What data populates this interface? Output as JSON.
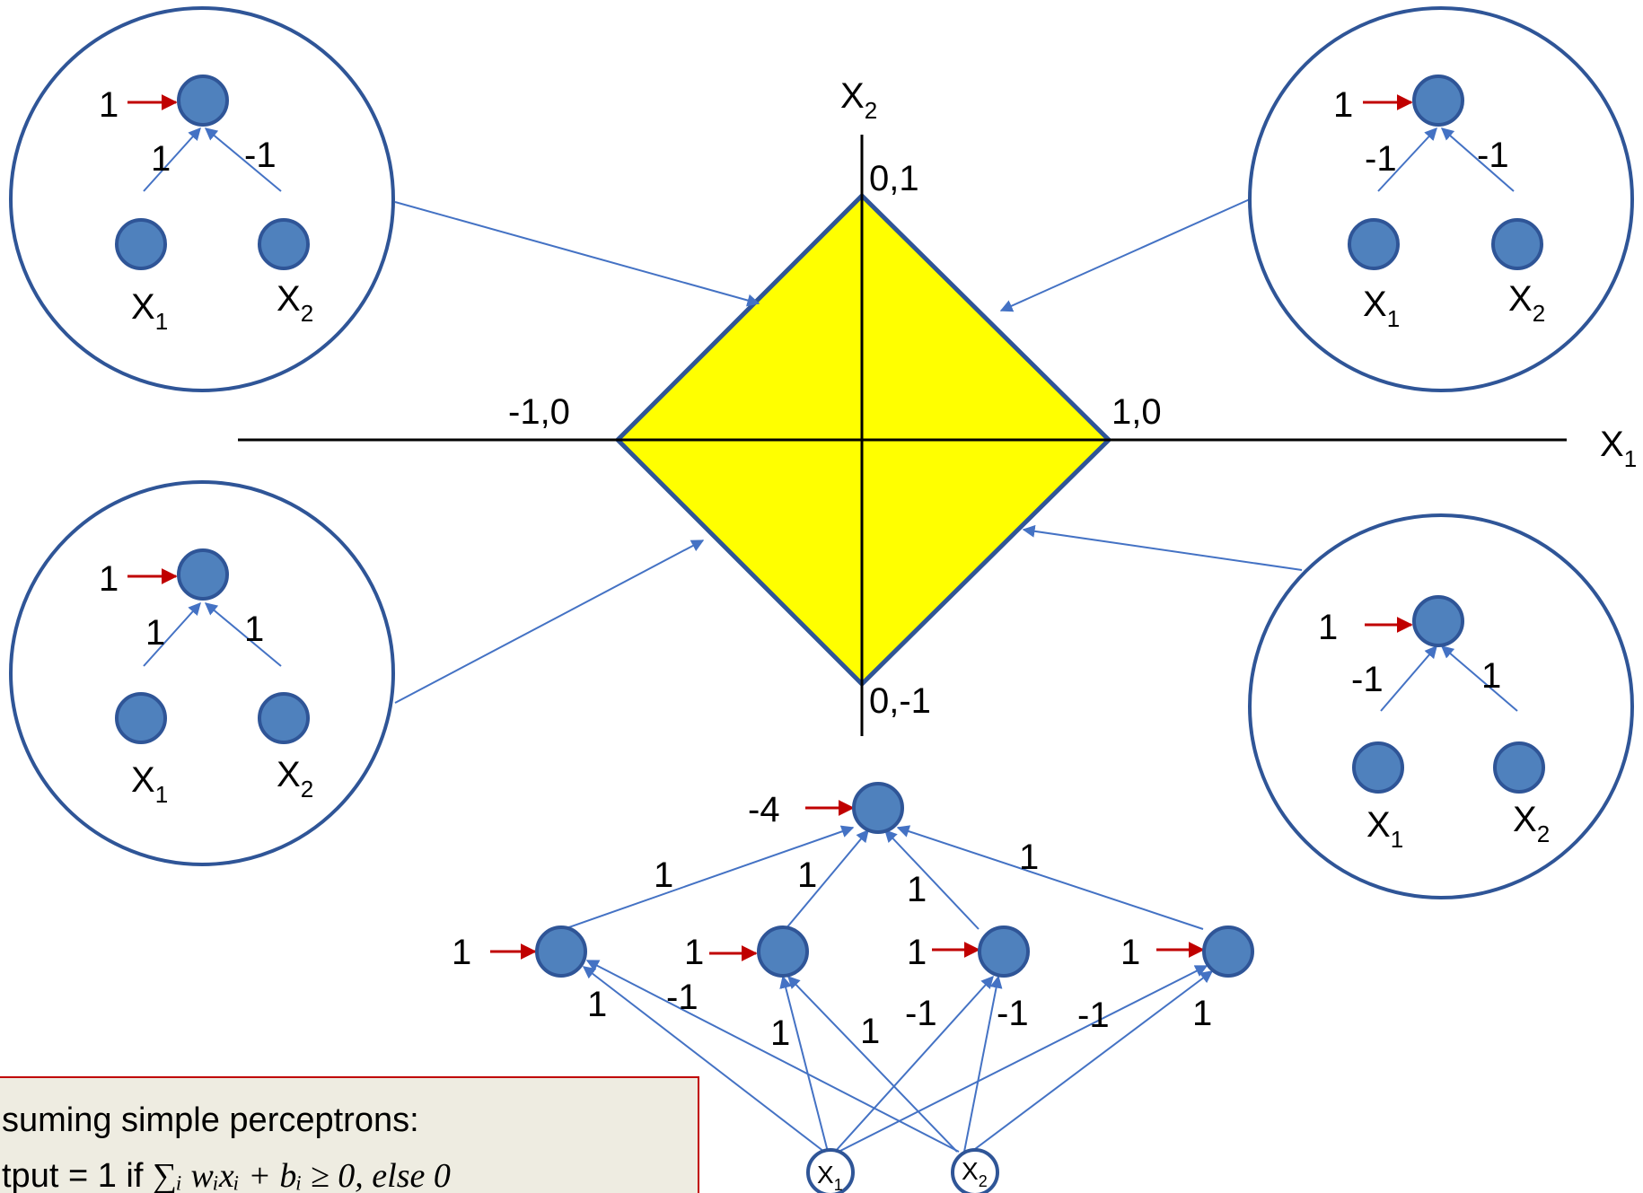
{
  "axes": {
    "x_label": "X",
    "x_sub": "1",
    "y_label": "X",
    "y_sub": "2",
    "points": {
      "top": "0,1",
      "right": "1,0",
      "left": "-1,0",
      "bottom": "0,-1"
    }
  },
  "region_color": "#ffff00",
  "perceptrons": {
    "top_left": {
      "bias": "1",
      "w1": "1",
      "w2": "-1",
      "in1": "X",
      "in1_sub": "1",
      "in2": "X",
      "in2_sub": "2"
    },
    "top_right": {
      "bias": "1",
      "w1": "-1",
      "w2": "-1",
      "in1": "X",
      "in1_sub": "1",
      "in2": "X",
      "in2_sub": "2"
    },
    "bottom_left": {
      "bias": "1",
      "w1": "1",
      "w2": "1",
      "in1": "X",
      "in1_sub": "1",
      "in2": "X",
      "in2_sub": "2"
    },
    "bottom_right": {
      "bias": "1",
      "w1": "-1",
      "w2": "1",
      "in1": "X",
      "in1_sub": "1",
      "in2": "X",
      "in2_sub": "2"
    }
  },
  "network": {
    "output_bias": "-4",
    "output_weights": [
      "1",
      "1",
      "1",
      "1"
    ],
    "hidden_bias": [
      "1",
      "1",
      "1",
      "1"
    ],
    "input_weights": {
      "h1_x1": "1",
      "h1_x2": "-1",
      "h2_x1": "1",
      "h2_x2": "1",
      "h3_x1": "-1",
      "h3_x2": "-1",
      "h4_x1": "-1",
      "h4_x2": "1"
    },
    "inputs": [
      {
        "label": "X",
        "sub": "1"
      },
      {
        "label": "X",
        "sub": "2"
      }
    ]
  },
  "note": {
    "line1": "suming simple perceptrons:",
    "line2_prefix": "tput = 1 if ",
    "line2_formula": "∑ᵢ wᵢxᵢ + bᵢ ≥ 0, else 0"
  }
}
